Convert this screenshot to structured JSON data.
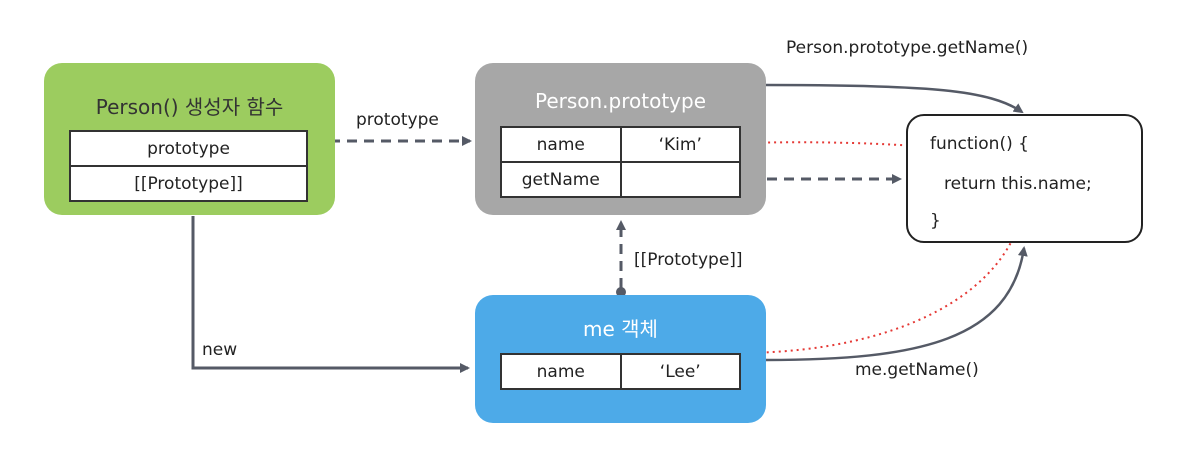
{
  "constructor_node": {
    "title": "Person() 생성자 함수",
    "slots": [
      "prototype",
      "[[Prototype]]"
    ],
    "color": "#9ccc5f"
  },
  "prototype_node": {
    "title": "Person.prototype",
    "rows": [
      {
        "key": "name",
        "value": "‘Kim’"
      },
      {
        "key": "getName",
        "value": ""
      }
    ],
    "color": "#a7a7a7"
  },
  "instance_node": {
    "title": "me 객체",
    "rows": [
      {
        "key": "name",
        "value": "‘Lee’"
      }
    ],
    "color": "#4daae8"
  },
  "function_node": {
    "lines": [
      "function() {",
      "return this.name;",
      "}"
    ]
  },
  "edge_labels": {
    "prototype_link": "prototype",
    "proto_chain": "[[Prototype]]",
    "new_link": "new",
    "proto_call": "Person.prototype.getName()",
    "instance_call": "me.getName()"
  },
  "colors": {
    "connector": "#555a66",
    "this_binding": "#e53935"
  }
}
